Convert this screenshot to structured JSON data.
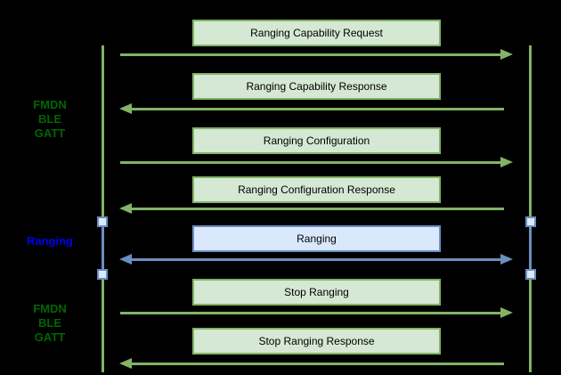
{
  "diagram_type": "sequence",
  "colors": {
    "background": "#000000",
    "green_fill": "#d5e8d4",
    "green_stroke": "#82b366",
    "blue_fill": "#dae8fc",
    "blue_stroke": "#6c8ebf",
    "phase_label_green": "#006600",
    "phase_label_blue": "#0000f2",
    "message_text": "#000000"
  },
  "phase_labels": [
    {
      "id": "fmdn-gatt-top",
      "lines": [
        "FMDN",
        "BLE",
        "GATT"
      ],
      "style": "green"
    },
    {
      "id": "ranging",
      "lines": [
        "Ranging"
      ],
      "style": "blue"
    },
    {
      "id": "fmdn-gatt-bottom",
      "lines": [
        "FMDN",
        "BLE",
        "GATT"
      ],
      "style": "green"
    }
  ],
  "messages": [
    {
      "label": "Ranging Capability Request",
      "direction": "right",
      "style": "green"
    },
    {
      "label": "Ranging Capability Response",
      "direction": "left",
      "style": "green"
    },
    {
      "label": "Ranging Configuration",
      "direction": "right",
      "style": "green"
    },
    {
      "label": "Ranging Configuration Response",
      "direction": "left",
      "style": "green"
    },
    {
      "label": "Ranging",
      "direction": "both",
      "style": "blue"
    },
    {
      "label": "Stop Ranging",
      "direction": "right",
      "style": "green"
    },
    {
      "label": "Stop Ranging Response",
      "direction": "left",
      "style": "green"
    }
  ]
}
